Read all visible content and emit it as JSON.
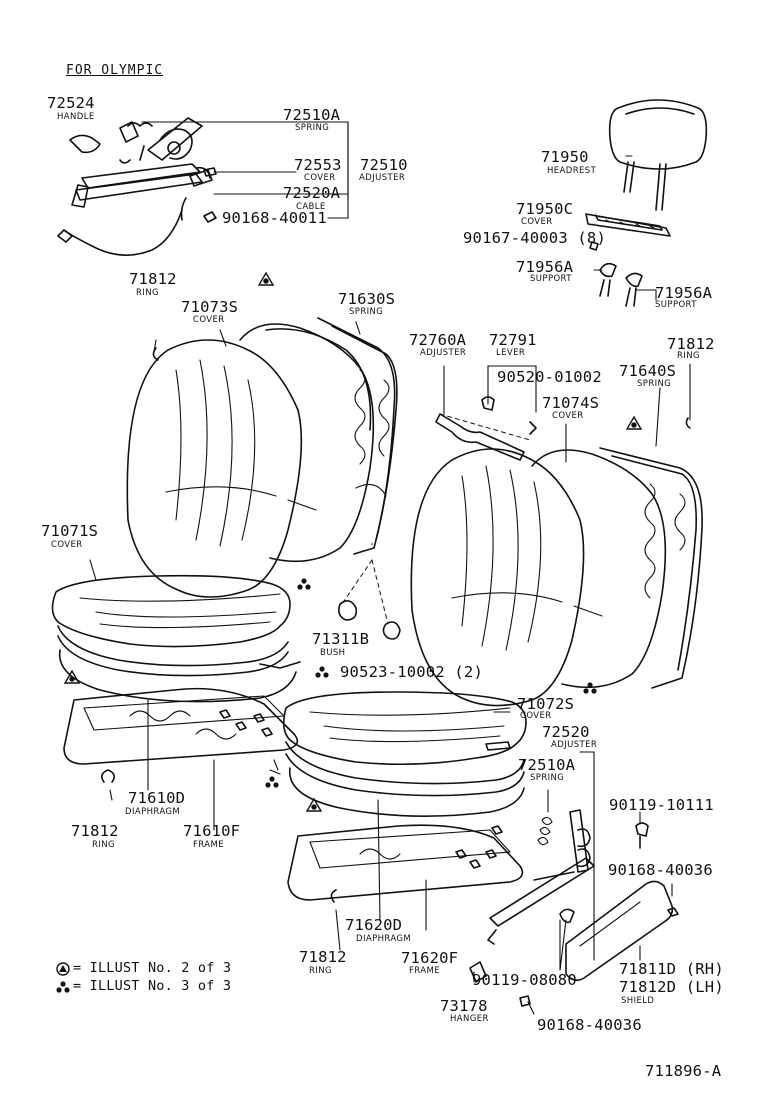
{
  "header": "FOR OLYMPIC",
  "parts": [
    {
      "id": "p72524",
      "num": "72524",
      "desc": "HANDLE"
    },
    {
      "id": "p72510a-top",
      "num": "72510A",
      "desc": "SPRING"
    },
    {
      "id": "p72553",
      "num": "72553",
      "desc": "COVER"
    },
    {
      "id": "p72510",
      "num": "72510",
      "desc": "ADJUSTER"
    },
    {
      "id": "p72520a",
      "num": "72520A",
      "desc": "CABLE"
    },
    {
      "id": "p90168-40011",
      "num": "90168-40011",
      "desc": ""
    },
    {
      "id": "p71950",
      "num": "71950",
      "desc": "HEADREST"
    },
    {
      "id": "p71950c",
      "num": "71950C",
      "desc": "COVER"
    },
    {
      "id": "p90167-40003",
      "num": "90167-40003 (8)",
      "desc": ""
    },
    {
      "id": "p71956a-1",
      "num": "71956A",
      "desc": "SUPPORT"
    },
    {
      "id": "p71956a-2",
      "num": "71956A",
      "desc": "SUPPORT"
    },
    {
      "id": "p71812-a",
      "num": "71812",
      "desc": "RING"
    },
    {
      "id": "p71073s",
      "num": "71073S",
      "desc": "COVER"
    },
    {
      "id": "p71630s",
      "num": "71630S",
      "desc": "SPRING"
    },
    {
      "id": "p72760a",
      "num": "72760A",
      "desc": "ADJUSTER"
    },
    {
      "id": "p72791",
      "num": "72791",
      "desc": "LEVER"
    },
    {
      "id": "p71812-b",
      "num": "71812",
      "desc": "RING"
    },
    {
      "id": "p90520-01002",
      "num": "90520-01002",
      "desc": ""
    },
    {
      "id": "p71640s",
      "num": "71640S",
      "desc": "SPRING"
    },
    {
      "id": "p71074s",
      "num": "71074S",
      "desc": "COVER"
    },
    {
      "id": "p71071s",
      "num": "71071S",
      "desc": "COVER"
    },
    {
      "id": "p71311b",
      "num": "71311B",
      "desc": "BUSH"
    },
    {
      "id": "p90523-10002",
      "num": "90523-10002 (2)",
      "desc": ""
    },
    {
      "id": "p71072s",
      "num": "71072S",
      "desc": "COVER"
    },
    {
      "id": "p72520",
      "num": "72520",
      "desc": "ADJUSTER"
    },
    {
      "id": "p72510a-bot",
      "num": "72510A",
      "desc": "SPRING"
    },
    {
      "id": "p90119-10111",
      "num": "90119-10111",
      "desc": ""
    },
    {
      "id": "p71610d",
      "num": "71610D",
      "desc": "DIAPHRAGM"
    },
    {
      "id": "p71812-c",
      "num": "71812",
      "desc": "RING"
    },
    {
      "id": "p71610f",
      "num": "71610F",
      "desc": "FRAME"
    },
    {
      "id": "p90168-40036-a",
      "num": "90168-40036",
      "desc": ""
    },
    {
      "id": "p71620d",
      "num": "71620D",
      "desc": "DIAPHRAGM"
    },
    {
      "id": "p71812-d",
      "num": "71812",
      "desc": "RING"
    },
    {
      "id": "p71620f",
      "num": "71620F",
      "desc": "FRAME"
    },
    {
      "id": "p90119-08080",
      "num": "90119-08080",
      "desc": ""
    },
    {
      "id": "p71811d",
      "num": "71811D (RH)",
      "desc": ""
    },
    {
      "id": "p71812d",
      "num": "71812D (LH)",
      "desc": "SHIELD"
    },
    {
      "id": "p73178",
      "num": "73178",
      "desc": "HANGER"
    },
    {
      "id": "p90168-40036-b",
      "num": "90168-40036",
      "desc": ""
    }
  ],
  "legend": [
    {
      "text": "= ILLUST No. 2 of 3",
      "icon": "triangle-a-symbol"
    },
    {
      "text": "= ILLUST No. 3 of 3",
      "icon": "three-dot-symbol"
    }
  ],
  "diagram_id": "711896-A"
}
